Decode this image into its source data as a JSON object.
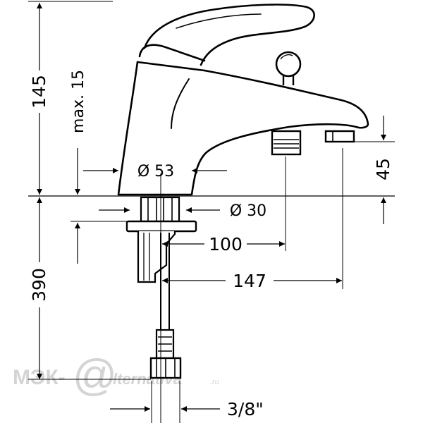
{
  "dimensions": {
    "height_above_deck": "145",
    "max_clearance": "max. 15",
    "body_diameter": "Ø 53",
    "mounting_diameter": "Ø 30",
    "spout_height": "45",
    "diverter_reach": "100",
    "spout_reach": "147",
    "hose_length": "390",
    "thread_size": "3/8\""
  },
  "watermark": {
    "prefix": "МЭК-",
    "at": "@",
    "suffix": "lternativa",
    "tld": ".ru"
  },
  "colors": {
    "line": "#000000",
    "watermark": "#d4d4d4"
  }
}
